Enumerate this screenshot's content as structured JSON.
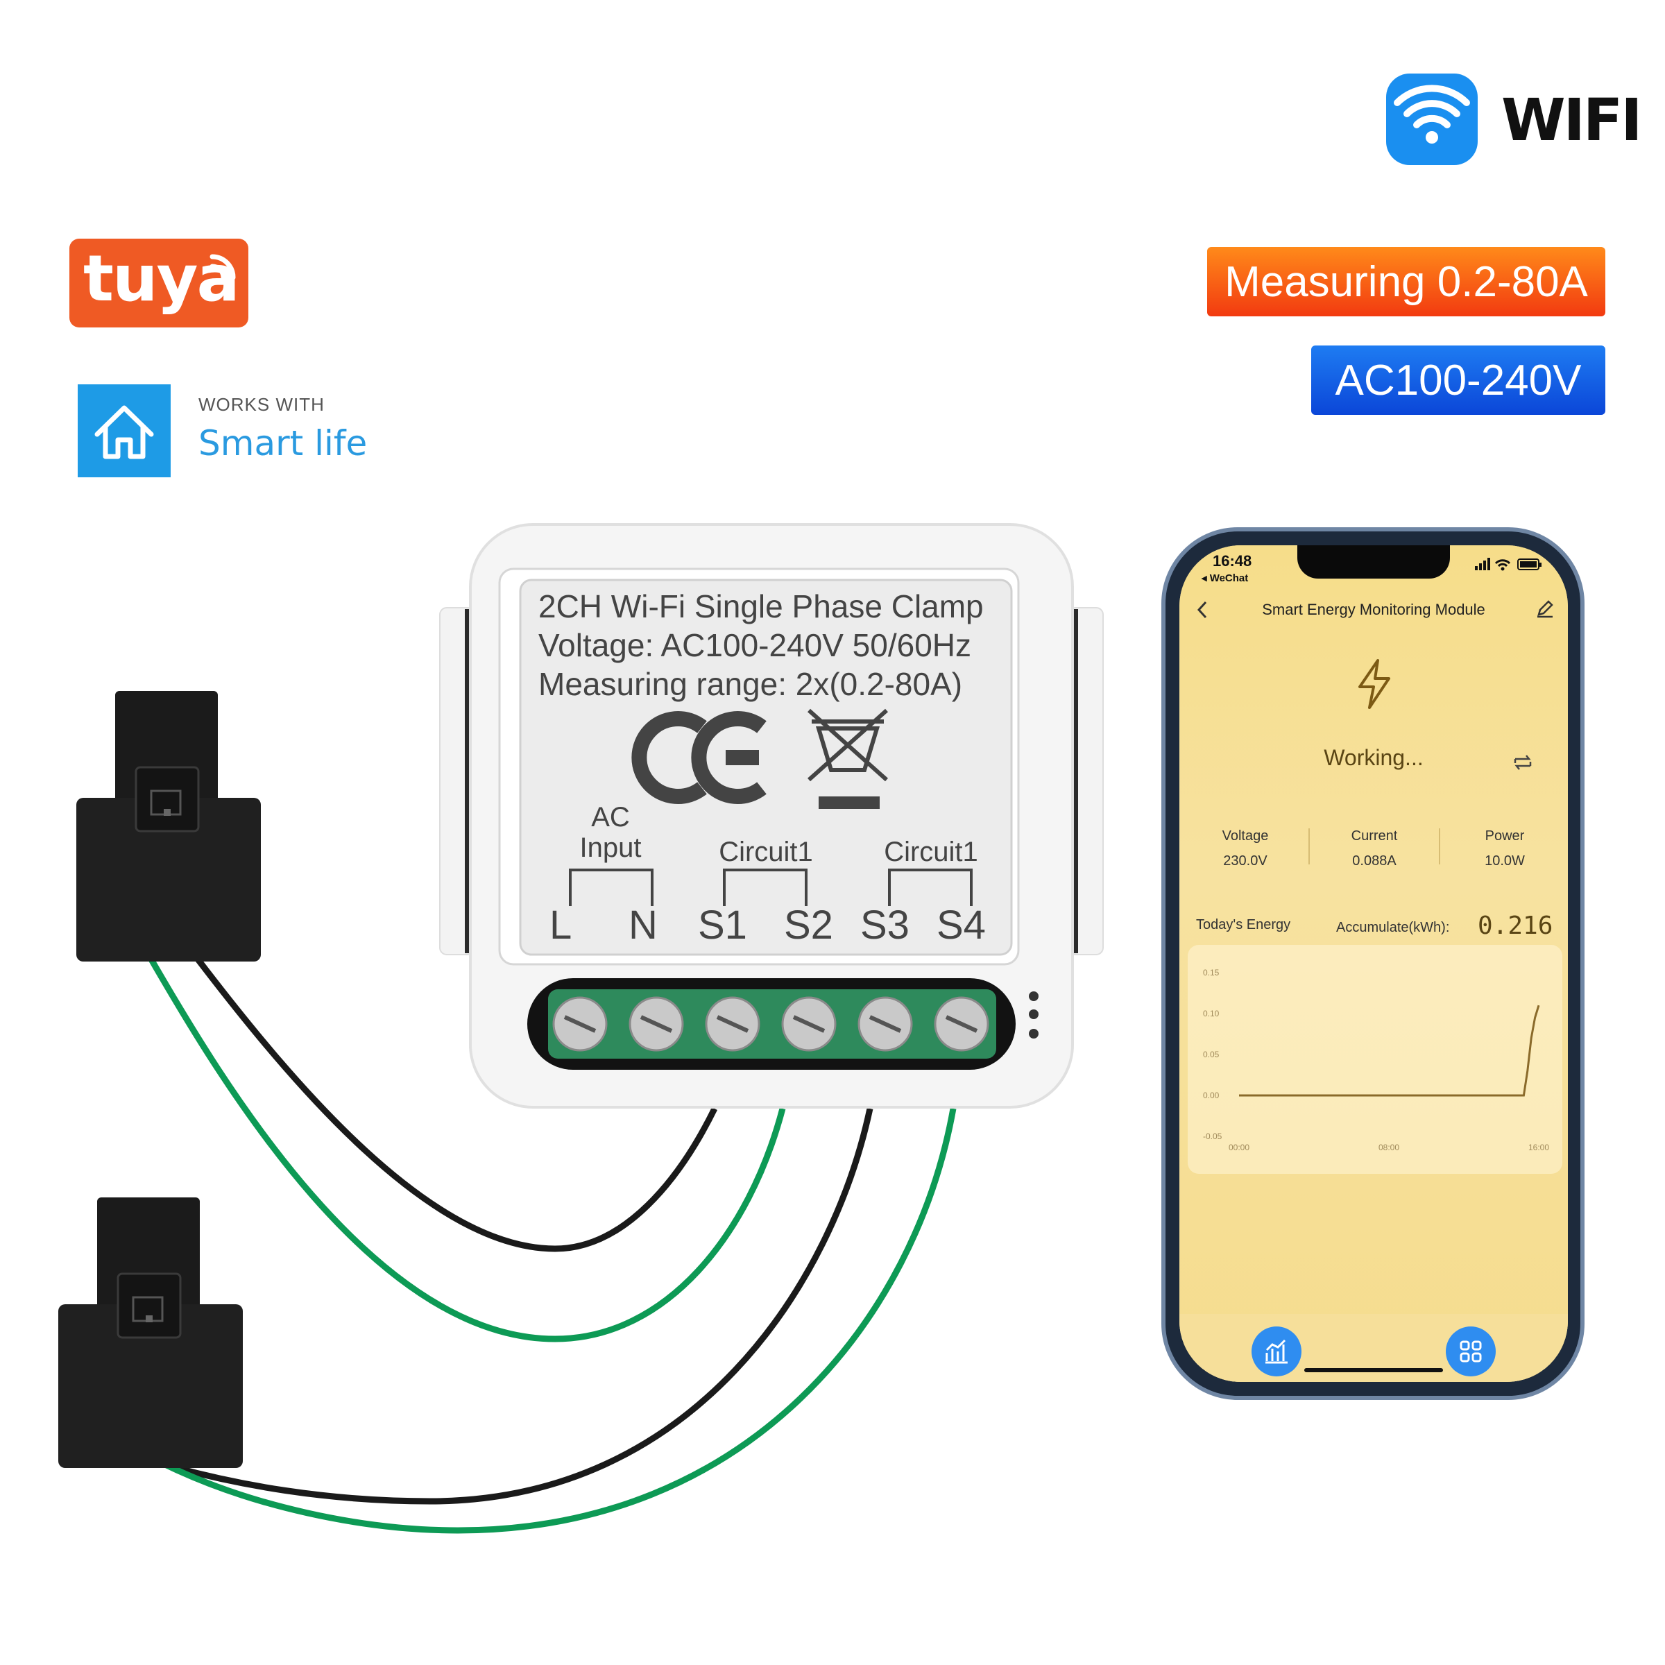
{
  "branding": {
    "tuya_logo": "tuya",
    "works_with": "WORKS WITH",
    "smart_life": "Smart life",
    "wifi_label": "WIFI"
  },
  "badges": {
    "measuring": "Measuring 0.2-80A",
    "voltage": "AC100-240V"
  },
  "device": {
    "line1": "2CH Wi-Fi Single Phase Clamp",
    "line2": "Voltage: AC100-240V 50/60Hz",
    "line3": "Measuring range: 2x(0.2-80A)",
    "ac_input_1": "AC",
    "ac_input_2": "Input",
    "circuit_a": "Circuit1",
    "circuit_b": "Circuit1",
    "terminals": [
      "L",
      "N",
      "S1",
      "S2",
      "S3",
      "S4"
    ]
  },
  "phone": {
    "time": "16:48",
    "back_app": "◂ WeChat",
    "title": "Smart Energy Monitoring Module",
    "status": "Working...",
    "stats": [
      {
        "label": "Voltage",
        "value": "230.0V"
      },
      {
        "label": "Current",
        "value": "0.088A"
      },
      {
        "label": "Power",
        "value": "10.0W"
      }
    ],
    "todays_energy": "Today's Energy",
    "accumulate": "Accumulate(kWh):",
    "energy_value": "0.216"
  },
  "chart_data": {
    "type": "line",
    "x_ticks": [
      "00:00",
      "08:00",
      "16:00"
    ],
    "y_ticks": [
      "0.15",
      "0.10",
      "0.05",
      "0.00",
      "-0.05"
    ],
    "ylim": [
      -0.05,
      0.15
    ],
    "x_range_hours": [
      0,
      16
    ],
    "series": [
      {
        "x": [
          0,
          8,
          15.2,
          15.4,
          15.6,
          15.8,
          16.0
        ],
        "y": [
          0.0,
          0.0,
          0.0,
          0.03,
          0.07,
          0.095,
          0.11
        ]
      }
    ],
    "colors": {
      "line": "#8a6a2a"
    }
  }
}
